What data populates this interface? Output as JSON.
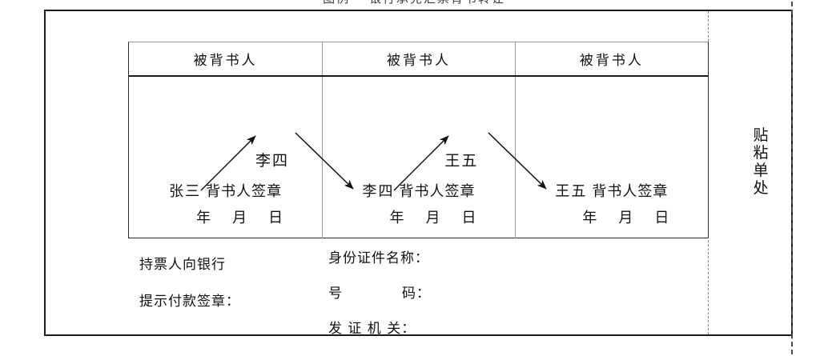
{
  "document": {
    "top_caption": "图例一 银行承兑汇票背书转让",
    "side_label_chars": [
      "贴",
      "粘",
      "单",
      "处"
    ],
    "side_label_text": "贴粘单处"
  },
  "colors": {
    "ink": "#111111",
    "frame": "#1a1a1a",
    "rule_light": "#9a9a9a",
    "tear_line": "#4a4a4a",
    "paper": "#ffffff"
  },
  "table": {
    "headers": [
      {
        "label": "被背书人"
      },
      {
        "label": "被背书人"
      },
      {
        "label": "被背书人"
      }
    ],
    "cells": [
      {
        "endorsee_name": "李四",
        "endorser_name": "张三",
        "signature_label": "背书人签章",
        "date_year": "年",
        "date_month": "月",
        "date_day": "日"
      },
      {
        "endorsee_name": "王五",
        "endorser_name": "李四",
        "signature_label": "背书人签章",
        "date_year": "年",
        "date_month": "月",
        "date_day": "日"
      },
      {
        "endorsee_name": "",
        "endorser_name": "王五",
        "signature_label": "背书人签章",
        "date_year": "年",
        "date_month": "月",
        "date_day": "日"
      }
    ]
  },
  "arrows": [
    {
      "from": "张三",
      "to": "李四",
      "direction": "up-right"
    },
    {
      "from": "李四",
      "to": "李四",
      "direction": "down-right"
    },
    {
      "from": "李四",
      "to": "王五",
      "direction": "up-right"
    },
    {
      "from": "王五",
      "to": "王五",
      "direction": "down-right"
    }
  ],
  "bottom": {
    "holder_line_1": "持票人向银行",
    "holder_line_2": "提示付款签章：",
    "ident_name_label": "身份证件名称：",
    "ident_number_label_a": "号",
    "ident_number_label_b": "码：",
    "ident_issuer_label": "发证机关：",
    "ident_issuer_spaced": "发 证 机 关："
  }
}
